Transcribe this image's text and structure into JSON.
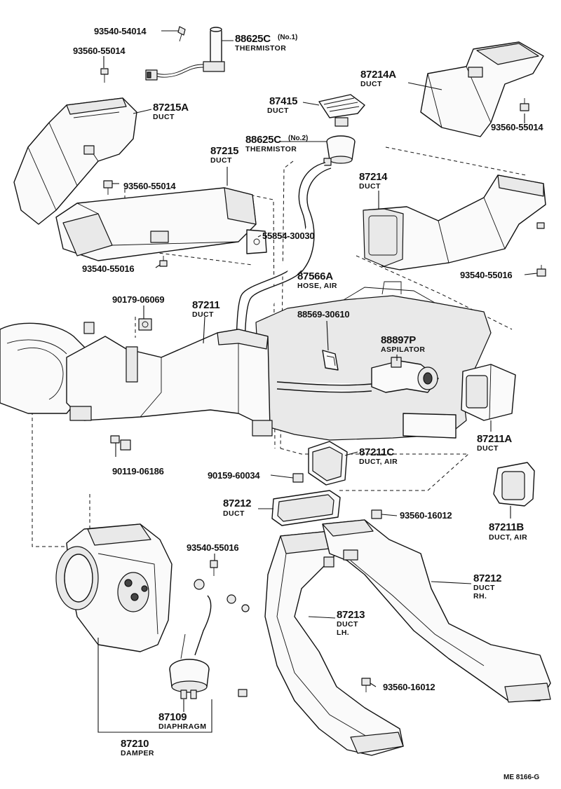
{
  "labels": {
    "l01": {
      "part": "93540-54014"
    },
    "l02": {
      "part": "88625C",
      "qual": "(No.1)",
      "desc": "THERMISTOR"
    },
    "l03": {
      "part": "93560-55014"
    },
    "l04": {
      "part": "87214A",
      "desc": "DUCT"
    },
    "l05": {
      "part": "87415",
      "desc": "DUCT"
    },
    "l06": {
      "part": "87215A",
      "desc": "DUCT"
    },
    "l07": {
      "part": "93560-55014"
    },
    "l08": {
      "part": "88625C",
      "qual": "(No.2)",
      "desc": "THERMISTOR"
    },
    "l09": {
      "part": "87215",
      "desc": "DUCT"
    },
    "l10": {
      "part": "87214",
      "desc": "DUCT"
    },
    "l11": {
      "part": "93560-55014"
    },
    "l12": {
      "part": "55854-30030"
    },
    "l13": {
      "part": "93540-55016"
    },
    "l14": {
      "part": "93540-55016"
    },
    "l15": {
      "part": "87566A",
      "desc": "HOSE, AIR"
    },
    "l16": {
      "part": "90179-06069"
    },
    "l17": {
      "part": "87211",
      "desc": "DUCT"
    },
    "l18": {
      "part": "88569-30610"
    },
    "l19": {
      "part": "88897P",
      "desc": "ASPILATOR"
    },
    "l20": {
      "part": "87211A",
      "desc": "DUCT"
    },
    "l21": {
      "part": "87211C",
      "desc": "DUCT, AIR"
    },
    "l22": {
      "part": "90119-06186"
    },
    "l23": {
      "part": "90159-60034"
    },
    "l24": {
      "part": "87212",
      "desc": "DUCT"
    },
    "l25": {
      "part": "93560-16012"
    },
    "l26": {
      "part": "87211B",
      "desc": "DUCT, AIR"
    },
    "l27": {
      "part": "93540-55016"
    },
    "l28": {
      "part": "87212",
      "desc": "DUCT",
      "desc2": "RH."
    },
    "l29": {
      "part": "87213",
      "desc": "DUCT",
      "desc2": "LH."
    },
    "l30": {
      "part": "93560-16012"
    },
    "l31": {
      "part": "87109",
      "desc": "DIAPHRAGM"
    },
    "l32": {
      "part": "87210",
      "desc": "DAMPER"
    }
  },
  "diagram_code": "ME 8166-G"
}
